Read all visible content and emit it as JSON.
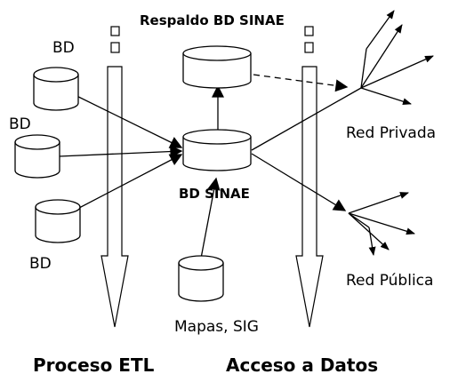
{
  "labels": {
    "backup_db": "Respaldo BD SINAE",
    "central_db": "BD SINAE",
    "source_db_top": "BD",
    "source_db_middle": "BD",
    "source_db_bottom": "BD",
    "maps": "Mapas, SIG",
    "private_network": "Red Privada",
    "public_network": "Red Pública",
    "etl_process": "Proceso ETL",
    "data_access": "Acceso a Datos"
  },
  "colors": {
    "stroke": "#000000",
    "fill": "#ffffff"
  }
}
